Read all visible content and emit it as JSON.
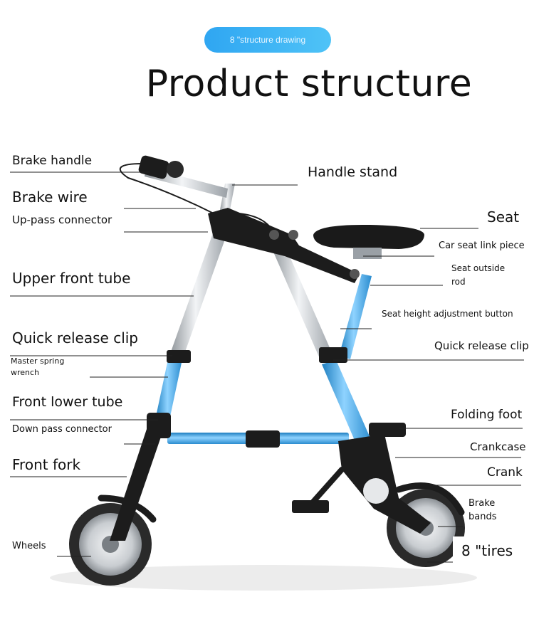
{
  "badge": "8 \"structure drawing",
  "title": "Product structure",
  "labels": {
    "brake_handle": "Brake handle",
    "brake_wire": "Brake wire",
    "up_pass_connector": "Up-pass connector",
    "upper_front_tube": "Upper front tube",
    "quick_release_clip_left": "Quick release clip",
    "master_spring_wrench_1": "Master spring",
    "master_spring_wrench_2": "wrench",
    "front_lower_tube": "Front lower tube",
    "down_pass_connector": "Down pass connector",
    "front_fork": "Front fork",
    "wheels": "Wheels",
    "handle_stand": "Handle stand",
    "seat": "Seat",
    "car_seat_link_piece": "Car seat link piece",
    "seat_outside_rod_1": "Seat outside",
    "seat_outside_rod_2": "rod",
    "seat_height_adjustment_button": "Seat height adjustment button",
    "quick_release_clip_right": "Quick release clip",
    "folding_foot": "Folding foot",
    "crankcase": "Crankcase",
    "crank": "Crank",
    "brake_bands_1": "Brake",
    "brake_bands_2": "bands",
    "tires": "8 \"tires"
  },
  "colors": {
    "badge": "#2fa6f2",
    "frame_blue": "#3ca7e0",
    "frame_silver": "#c8ccd0",
    "joint_black": "#1c1c1c",
    "tire": "#2a2a2a"
  }
}
